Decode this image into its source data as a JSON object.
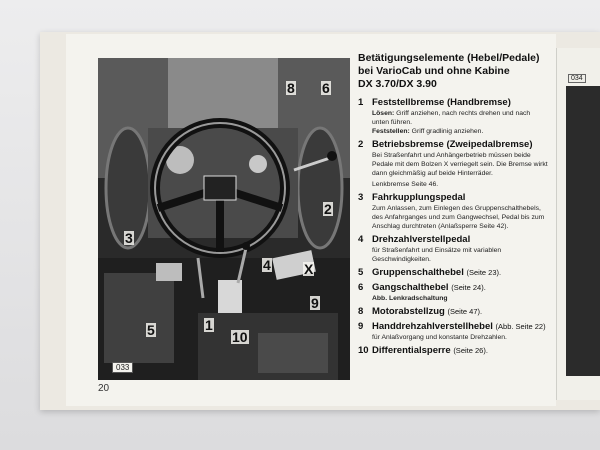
{
  "page": {
    "title_line1": "Betätigungselemente (Hebel/Pedale)",
    "title_line2": "bei VarioCab und ohne Kabine",
    "title_line3": "DX 3.70/DX 3.90",
    "page_number": "20",
    "picture_code": "033",
    "right_page_picture_code": "034"
  },
  "callouts": [
    "8",
    "6",
    "2",
    "3",
    "X",
    "4",
    "9",
    "5",
    "1",
    "10"
  ],
  "items": [
    {
      "num": "1",
      "title": "Feststellbremse (Handbremse)",
      "ref": "",
      "lines": [
        {
          "label": "Lösen:",
          "text": "Griff anziehen, nach rechts drehen und nach unten führen."
        },
        {
          "label": "Feststellen:",
          "text": "Griff gradlinig anziehen."
        }
      ],
      "note": ""
    },
    {
      "num": "2",
      "title": "Betriebsbremse (Zweipedalbremse)",
      "ref": "",
      "lines": [
        {
          "label": "",
          "text": "Bei Straßenfahrt und Anhängerbetrieb müssen beide Pedale mit dem Bolzen X verriegelt sein. Die Bremse wirkt dann gleichmäßig auf beide Hinterräder."
        }
      ],
      "note": "Lenkbremse Seite 46."
    },
    {
      "num": "3",
      "title": "Fahrkupplungspedal",
      "ref": "",
      "lines": [
        {
          "label": "",
          "text": "Zum Anlassen, zum Einlegen des Gruppenschalthebels, des Anfahrganges und zum Gangwechsel, Pedal bis zum Anschlag durchtreten (Anlaßsperre Seite 42)."
        }
      ],
      "note": ""
    },
    {
      "num": "4",
      "title": "Drehzahlverstellpedal",
      "ref": "",
      "lines": [
        {
          "label": "",
          "text": "für Straßenfahrt und Einsätze mit variablen Geschwindigkeiten."
        }
      ],
      "note": ""
    },
    {
      "num": "5",
      "title": "Gruppenschalthebel",
      "ref": "(Seite 23).",
      "lines": [],
      "note": ""
    },
    {
      "num": "6",
      "title": "Gangschalthebel",
      "ref": "(Seite 24).",
      "lines": [
        {
          "label": "Abb. Lenkradschaltung",
          "text": ""
        }
      ],
      "note": ""
    },
    {
      "num": "8",
      "title": "Motorabstellzug",
      "ref": "(Seite 47).",
      "lines": [],
      "note": ""
    },
    {
      "num": "9",
      "title": "Handdrehzahlverstellhebel",
      "ref": "(Abb. Seite 22)",
      "lines": [
        {
          "label": "",
          "text": "für Anlaßvorgang und konstante Drehzahlen."
        }
      ],
      "note": ""
    },
    {
      "num": "10",
      "title": "Differentialsperre",
      "ref": "(Seite 26).",
      "lines": [],
      "note": ""
    }
  ]
}
